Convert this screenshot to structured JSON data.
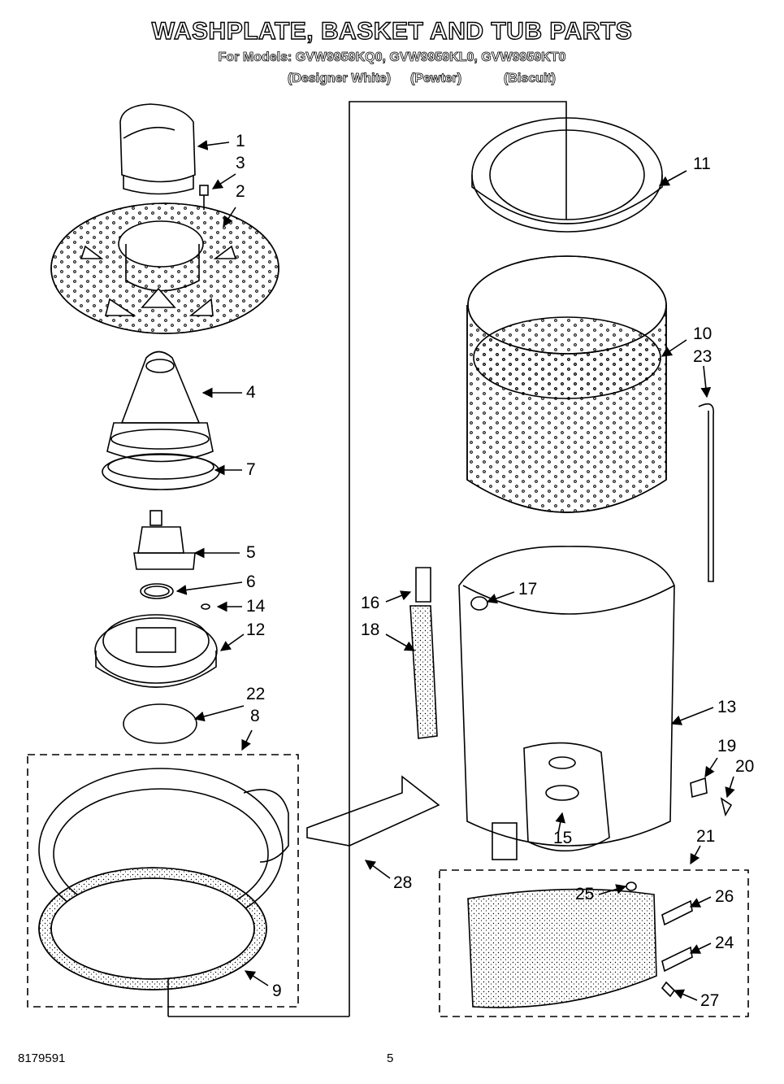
{
  "header": {
    "title": "WASHPLATE, BASKET AND TUB PARTS",
    "models": "For Models: GVW9959KQ0, GVW9959KL0, GVW9959KT0",
    "variants": [
      "(Designer White)",
      "(Pewter)",
      "(Biscuit)"
    ]
  },
  "callouts": [
    "1",
    "3",
    "2",
    "4",
    "7",
    "5",
    "6",
    "14",
    "12",
    "22",
    "8",
    "9",
    "11",
    "10",
    "23",
    "16",
    "17",
    "18",
    "13",
    "19",
    "20",
    "15",
    "21",
    "28",
    "25",
    "26",
    "24",
    "27"
  ],
  "footer": {
    "code": "8179591",
    "page": "5"
  }
}
